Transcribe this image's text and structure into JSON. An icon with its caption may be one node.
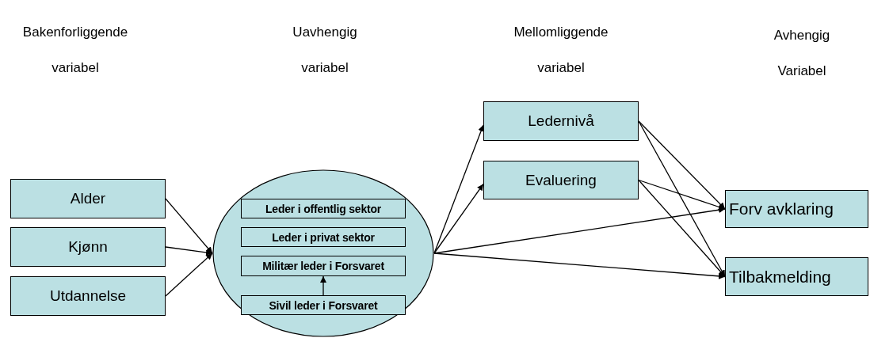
{
  "diagram": {
    "nodes": [
      {
        "text": [
          "Alder"
        ]
      },
      {
        "text": [
          "Kjønn"
        ]
      },
      {
        "text": [
          "Utdannelse"
        ]
      },
      {
        "text": [],
        "shape": "circle"
      },
      {
        "text": [
          "Leder i offentlig sektor"
        ],
        "in": 3
      },
      {
        "text": [
          "Leder i privat sektor"
        ],
        "in": 3
      },
      {
        "text": [
          "Militær leder i Forsvaret"
        ],
        "in": 3
      },
      {
        "text": [
          "Sivil leder i Forsvaret"
        ],
        "in": 3
      },
      {
        "text": [
          "Ledernivå"
        ]
      },
      {
        "text": [
          "Evaluering"
        ]
      },
      {
        "text": [
          "Forv avklaring"
        ]
      },
      {
        "text": [
          "Tilbakmelding"
        ]
      }
    ],
    "edges": [
      {
        "from": 0,
        "to": 3,
        "arrow": "to"
      },
      {
        "from": 1,
        "to": 3,
        "arrow": "to"
      },
      {
        "from": 2,
        "to": 3,
        "arrow": "to"
      },
      {
        "from": 7,
        "to": 6,
        "arrow": "to"
      },
      {
        "from": 3,
        "to": 8,
        "arrow": "to"
      },
      {
        "from": 3,
        "to": 9,
        "arrow": "to"
      },
      {
        "from": 3,
        "to": 10,
        "arrow": "to"
      },
      {
        "from": 3,
        "to": 11,
        "arrow": "to"
      },
      {
        "from": 8,
        "to": 10,
        "arrow": "to"
      },
      {
        "from": 8,
        "to": 11,
        "arrow": "to"
      },
      {
        "from": 9,
        "to": 10,
        "arrow": "to"
      },
      {
        "from": 9,
        "to": 11,
        "arrow": "to"
      }
    ],
    "labels": [
      "Bakenforliggende variabel",
      "Uavhengig variabel",
      "Mellomliggende variabel",
      "Avhengig Variabel"
    ]
  }
}
